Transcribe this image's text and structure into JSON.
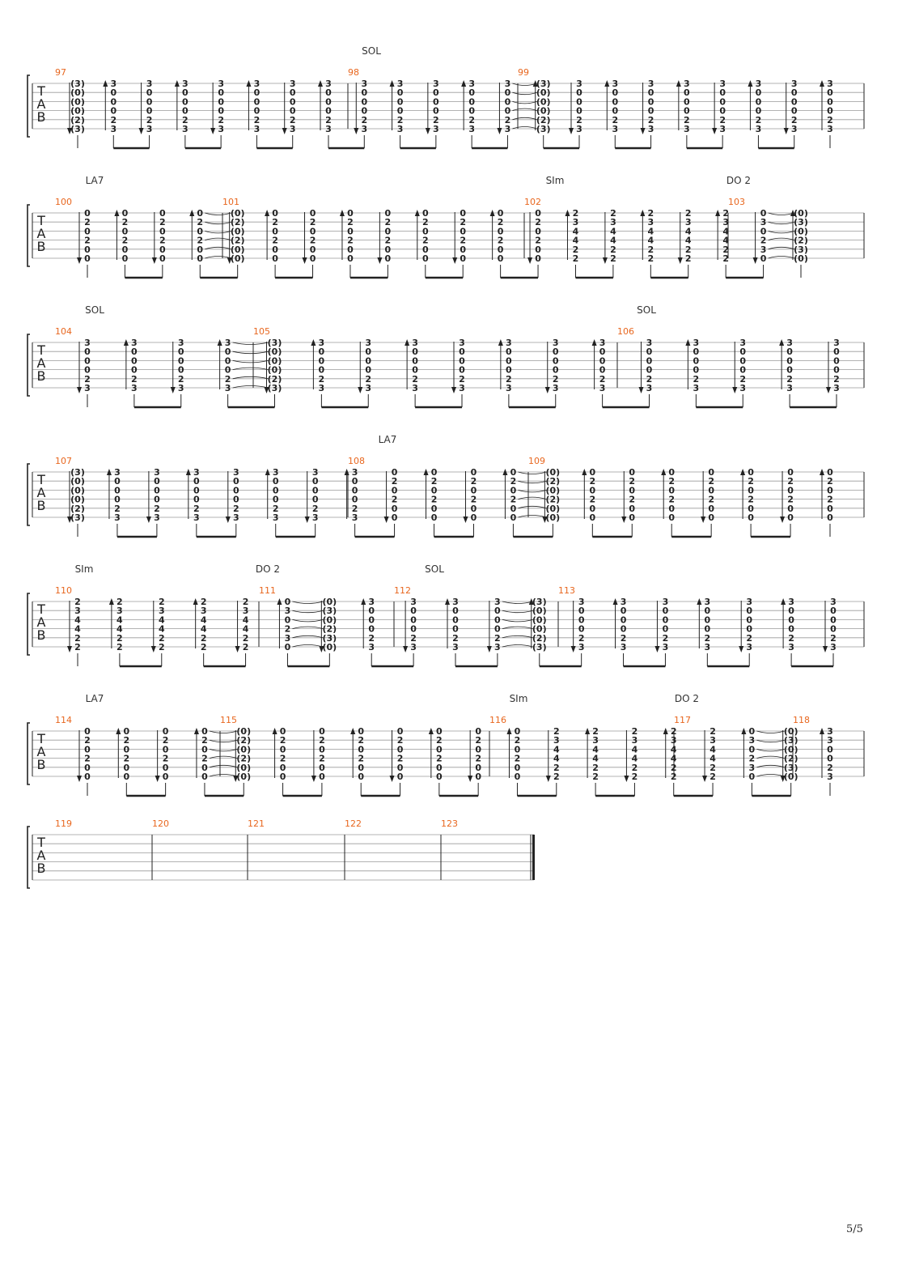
{
  "page": {
    "page_number": "5/5"
  },
  "tab_letters": [
    "T",
    "A",
    "B"
  ],
  "colors": {
    "measure_number": "#e8671f",
    "ink": "#222222",
    "staff_line": "#9a9a9a",
    "chord": "#333333"
  },
  "systems": [
    {
      "measures": [
        "97",
        "98",
        "99"
      ],
      "chords": [
        "SOL"
      ],
      "beats": [
        {
          "frets": [
            "(3)",
            "(0)",
            "(0)",
            "(0)",
            "(2)",
            "(3)"
          ]
        },
        {
          "frets": [
            "3",
            "0",
            "0",
            "0",
            "2",
            "3"
          ]
        },
        {
          "frets": [
            "3",
            "0",
            "0",
            "0",
            "2",
            "3"
          ]
        },
        {
          "frets": [
            "3",
            "0",
            "0",
            "0",
            "2",
            "3"
          ]
        },
        {
          "frets": [
            "3",
            "0",
            "0",
            "0",
            "2",
            "3"
          ]
        },
        {
          "frets": [
            "3",
            "0",
            "0",
            "0",
            "2",
            "3"
          ]
        },
        {
          "frets": [
            "3",
            "0",
            "0",
            "0",
            "2",
            "3"
          ]
        },
        {
          "frets": [
            "3",
            "0",
            "0",
            "0",
            "2",
            "3"
          ]
        },
        {
          "frets": [
            "3",
            "0",
            "0",
            "0",
            "2",
            "3"
          ]
        },
        {
          "frets": [
            "3",
            "0",
            "0",
            "0",
            "2",
            "3"
          ]
        },
        {
          "frets": [
            "3",
            "0",
            "0",
            "0",
            "2",
            "3"
          ]
        },
        {
          "frets": [
            "3",
            "0",
            "0",
            "0",
            "2",
            "3"
          ]
        },
        {
          "frets": [
            "3",
            "0",
            "0",
            "0",
            "2",
            "3"
          ]
        },
        {
          "frets": [
            "(3)",
            "(0)",
            "(0)",
            "(0)",
            "(2)",
            "(3)"
          ]
        },
        {
          "frets": [
            "3",
            "0",
            "0",
            "0",
            "2",
            "3"
          ]
        },
        {
          "frets": [
            "3",
            "0",
            "0",
            "0",
            "2",
            "3"
          ]
        },
        {
          "frets": [
            "3",
            "0",
            "0",
            "0",
            "2",
            "3"
          ]
        },
        {
          "frets": [
            "3",
            "0",
            "0",
            "0",
            "2",
            "3"
          ]
        },
        {
          "frets": [
            "3",
            "0",
            "0",
            "0",
            "2",
            "3"
          ]
        },
        {
          "frets": [
            "3",
            "0",
            "0",
            "0",
            "2",
            "3"
          ]
        },
        {
          "frets": [
            "3",
            "0",
            "0",
            "0",
            "2",
            "3"
          ]
        },
        {
          "frets": [
            "3",
            "0",
            "0",
            "0",
            "2",
            "3"
          ]
        }
      ]
    },
    {
      "measures": [
        "100",
        "101",
        "102",
        "103"
      ],
      "chords": [
        "LA7",
        "SIm",
        "DO 2"
      ],
      "beats": [
        {
          "frets": [
            "0",
            "2",
            "0",
            "2",
            "0",
            "0"
          ]
        },
        {
          "frets": [
            "0",
            "2",
            "0",
            "2",
            "0",
            "0"
          ]
        },
        {
          "frets": [
            "0",
            "2",
            "0",
            "2",
            "0",
            "0"
          ]
        },
        {
          "frets": [
            "0",
            "2",
            "0",
            "2",
            "0",
            "0"
          ]
        },
        {
          "frets": [
            "(0)",
            "(2)",
            "(0)",
            "(2)",
            "(0)",
            "(0)"
          ]
        },
        {
          "frets": [
            "0",
            "2",
            "0",
            "2",
            "0",
            "0"
          ]
        },
        {
          "frets": [
            "0",
            "2",
            "0",
            "2",
            "0",
            "0"
          ]
        },
        {
          "frets": [
            "0",
            "2",
            "0",
            "2",
            "0",
            "0"
          ]
        },
        {
          "frets": [
            "0",
            "2",
            "0",
            "2",
            "0",
            "0"
          ]
        },
        {
          "frets": [
            "0",
            "2",
            "0",
            "2",
            "0",
            "0"
          ]
        },
        {
          "frets": [
            "0",
            "2",
            "0",
            "2",
            "0",
            "0"
          ]
        },
        {
          "frets": [
            "0",
            "2",
            "0",
            "2",
            "0",
            "0"
          ]
        },
        {
          "frets": [
            "0",
            "2",
            "0",
            "2",
            "0",
            "0"
          ]
        },
        {
          "frets": [
            "2",
            "3",
            "4",
            "4",
            "2",
            "2"
          ]
        },
        {
          "frets": [
            "2",
            "3",
            "4",
            "4",
            "2",
            "2"
          ]
        },
        {
          "frets": [
            "2",
            "3",
            "4",
            "4",
            "2",
            "2"
          ]
        },
        {
          "frets": [
            "2",
            "3",
            "4",
            "4",
            "2",
            "2"
          ]
        },
        {
          "frets": [
            "2",
            "3",
            "4",
            "4",
            "2",
            "2"
          ]
        },
        {
          "frets": [
            "0",
            "3",
            "0",
            "2",
            "3",
            "0"
          ]
        },
        {
          "frets": [
            "(0)",
            "(3)",
            "(0)",
            "(2)",
            "(3)",
            "(0)"
          ]
        }
      ]
    },
    {
      "measures": [
        "104",
        "105",
        "106"
      ],
      "chords": [
        "SOL",
        "SOL"
      ],
      "beats": [
        {
          "frets": [
            "3",
            "0",
            "0",
            "0",
            "2",
            "3"
          ]
        },
        {
          "frets": [
            "3",
            "0",
            "0",
            "0",
            "2",
            "3"
          ]
        },
        {
          "frets": [
            "3",
            "0",
            "0",
            "0",
            "2",
            "3"
          ]
        },
        {
          "frets": [
            "3",
            "0",
            "0",
            "0",
            "2",
            "3"
          ]
        },
        {
          "frets": [
            "(3)",
            "(0)",
            "(0)",
            "(0)",
            "(2)",
            "(3)"
          ]
        },
        {
          "frets": [
            "3",
            "0",
            "0",
            "0",
            "2",
            "3"
          ]
        },
        {
          "frets": [
            "3",
            "0",
            "0",
            "0",
            "2",
            "3"
          ]
        },
        {
          "frets": [
            "3",
            "0",
            "0",
            "0",
            "2",
            "3"
          ]
        },
        {
          "frets": [
            "3",
            "0",
            "0",
            "0",
            "2",
            "3"
          ]
        },
        {
          "frets": [
            "3",
            "0",
            "0",
            "0",
            "2",
            "3"
          ]
        },
        {
          "frets": [
            "3",
            "0",
            "0",
            "0",
            "2",
            "3"
          ]
        },
        {
          "frets": [
            "3",
            "0",
            "0",
            "0",
            "2",
            "3"
          ]
        },
        {
          "frets": [
            "3",
            "0",
            "0",
            "0",
            "2",
            "3"
          ]
        },
        {
          "frets": [
            "3",
            "0",
            "0",
            "0",
            "2",
            "3"
          ]
        },
        {
          "frets": [
            "3",
            "0",
            "0",
            "0",
            "2",
            "3"
          ]
        },
        {
          "frets": [
            "3",
            "0",
            "0",
            "0",
            "2",
            "3"
          ]
        },
        {
          "frets": [
            "3",
            "0",
            "0",
            "0",
            "2",
            "3"
          ]
        }
      ]
    },
    {
      "measures": [
        "107",
        "108",
        "109"
      ],
      "chords": [
        "LA7"
      ],
      "beats": [
        {
          "frets": [
            "(3)",
            "(0)",
            "(0)",
            "(0)",
            "(2)",
            "(3)"
          ]
        },
        {
          "frets": [
            "3",
            "0",
            "0",
            "0",
            "2",
            "3"
          ]
        },
        {
          "frets": [
            "3",
            "0",
            "0",
            "0",
            "2",
            "3"
          ]
        },
        {
          "frets": [
            "3",
            "0",
            "0",
            "0",
            "2",
            "3"
          ]
        },
        {
          "frets": [
            "3",
            "0",
            "0",
            "0",
            "2",
            "3"
          ]
        },
        {
          "frets": [
            "3",
            "0",
            "0",
            "0",
            "2",
            "3"
          ]
        },
        {
          "frets": [
            "3",
            "0",
            "0",
            "0",
            "2",
            "3"
          ]
        },
        {
          "frets": [
            "3",
            "0",
            "0",
            "0",
            "2",
            "3"
          ]
        },
        {
          "frets": [
            "0",
            "2",
            "0",
            "2",
            "0",
            "0"
          ]
        },
        {
          "frets": [
            "0",
            "2",
            "0",
            "2",
            "0",
            "0"
          ]
        },
        {
          "frets": [
            "0",
            "2",
            "0",
            "2",
            "0",
            "0"
          ]
        },
        {
          "frets": [
            "0",
            "2",
            "0",
            "2",
            "0",
            "0"
          ]
        },
        {
          "frets": [
            "(0)",
            "(2)",
            "(0)",
            "(2)",
            "(0)",
            "(0)"
          ]
        },
        {
          "frets": [
            "0",
            "2",
            "0",
            "2",
            "0",
            "0"
          ]
        },
        {
          "frets": [
            "0",
            "2",
            "0",
            "2",
            "0",
            "0"
          ]
        },
        {
          "frets": [
            "0",
            "2",
            "0",
            "2",
            "0",
            "0"
          ]
        },
        {
          "frets": [
            "0",
            "2",
            "0",
            "2",
            "0",
            "0"
          ]
        },
        {
          "frets": [
            "0",
            "2",
            "0",
            "2",
            "0",
            "0"
          ]
        },
        {
          "frets": [
            "0",
            "2",
            "0",
            "2",
            "0",
            "0"
          ]
        },
        {
          "frets": [
            "0",
            "2",
            "0",
            "2",
            "0",
            "0"
          ]
        }
      ]
    },
    {
      "measures": [
        "110",
        "111",
        "112",
        "113"
      ],
      "chords": [
        "SIm",
        "DO 2",
        "SOL"
      ],
      "beats": [
        {
          "frets": [
            "2",
            "3",
            "4",
            "4",
            "2",
            "2"
          ]
        },
        {
          "frets": [
            "2",
            "3",
            "4",
            "4",
            "2",
            "2"
          ]
        },
        {
          "frets": [
            "2",
            "3",
            "4",
            "4",
            "2",
            "2"
          ]
        },
        {
          "frets": [
            "2",
            "3",
            "4",
            "4",
            "2",
            "2"
          ]
        },
        {
          "frets": [
            "2",
            "3",
            "4",
            "4",
            "2",
            "2"
          ]
        },
        {
          "frets": [
            "0",
            "3",
            "0",
            "2",
            "3",
            "0"
          ]
        },
        {
          "frets": [
            "(0)",
            "(3)",
            "(0)",
            "(2)",
            "(3)",
            "(0)"
          ]
        },
        {
          "frets": [
            "3",
            "0",
            "0",
            "0",
            "2",
            "3"
          ]
        },
        {
          "frets": [
            "3",
            "0",
            "0",
            "0",
            "2",
            "3"
          ]
        },
        {
          "frets": [
            "3",
            "0",
            "0",
            "0",
            "2",
            "3"
          ]
        },
        {
          "frets": [
            "3",
            "0",
            "0",
            "0",
            "2",
            "3"
          ]
        },
        {
          "frets": [
            "(3)",
            "(0)",
            "(0)",
            "(0)",
            "(2)",
            "(3)"
          ]
        },
        {
          "frets": [
            "3",
            "0",
            "0",
            "0",
            "2",
            "3"
          ]
        },
        {
          "frets": [
            "3",
            "0",
            "0",
            "0",
            "2",
            "3"
          ]
        },
        {
          "frets": [
            "3",
            "0",
            "0",
            "0",
            "2",
            "3"
          ]
        },
        {
          "frets": [
            "3",
            "0",
            "0",
            "0",
            "2",
            "3"
          ]
        },
        {
          "frets": [
            "3",
            "0",
            "0",
            "0",
            "2",
            "3"
          ]
        },
        {
          "frets": [
            "3",
            "0",
            "0",
            "0",
            "2",
            "3"
          ]
        },
        {
          "frets": [
            "3",
            "0",
            "0",
            "0",
            "2",
            "3"
          ]
        }
      ]
    },
    {
      "measures": [
        "114",
        "115",
        "116",
        "117",
        "118"
      ],
      "chords": [
        "LA7",
        "SIm",
        "DO 2"
      ],
      "beats": [
        {
          "frets": [
            "0",
            "2",
            "0",
            "2",
            "0",
            "0"
          ]
        },
        {
          "frets": [
            "0",
            "2",
            "0",
            "2",
            "0",
            "0"
          ]
        },
        {
          "frets": [
            "0",
            "2",
            "0",
            "2",
            "0",
            "0"
          ]
        },
        {
          "frets": [
            "0",
            "2",
            "0",
            "2",
            "0",
            "0"
          ]
        },
        {
          "frets": [
            "(0)",
            "(2)",
            "(0)",
            "(2)",
            "(0)",
            "(0)"
          ]
        },
        {
          "frets": [
            "0",
            "2",
            "0",
            "2",
            "0",
            "0"
          ]
        },
        {
          "frets": [
            "0",
            "2",
            "0",
            "2",
            "0",
            "0"
          ]
        },
        {
          "frets": [
            "0",
            "2",
            "0",
            "2",
            "0",
            "0"
          ]
        },
        {
          "frets": [
            "0",
            "2",
            "0",
            "2",
            "0",
            "0"
          ]
        },
        {
          "frets": [
            "0",
            "2",
            "0",
            "2",
            "0",
            "0"
          ]
        },
        {
          "frets": [
            "0",
            "2",
            "0",
            "2",
            "0",
            "0"
          ]
        },
        {
          "frets": [
            "0",
            "2",
            "0",
            "2",
            "0",
            "0"
          ]
        },
        {
          "frets": [
            "2",
            "3",
            "4",
            "4",
            "2",
            "2"
          ]
        },
        {
          "frets": [
            "2",
            "3",
            "4",
            "4",
            "2",
            "2"
          ]
        },
        {
          "frets": [
            "2",
            "3",
            "4",
            "4",
            "2",
            "2"
          ]
        },
        {
          "frets": [
            "2",
            "3",
            "4",
            "4",
            "2",
            "2"
          ]
        },
        {
          "frets": [
            "2",
            "3",
            "4",
            "4",
            "2",
            "2"
          ]
        },
        {
          "frets": [
            "0",
            "3",
            "0",
            "2",
            "3",
            "0"
          ]
        },
        {
          "frets": [
            "(0)",
            "(3)",
            "(0)",
            "(2)",
            "(3)",
            "(0)"
          ]
        },
        {
          "frets": [
            "3",
            "3",
            "0",
            "0",
            "2",
            "3"
          ]
        }
      ]
    },
    {
      "measures": [
        "119",
        "120",
        "121",
        "122",
        "123"
      ],
      "chords": [],
      "beats": []
    }
  ]
}
